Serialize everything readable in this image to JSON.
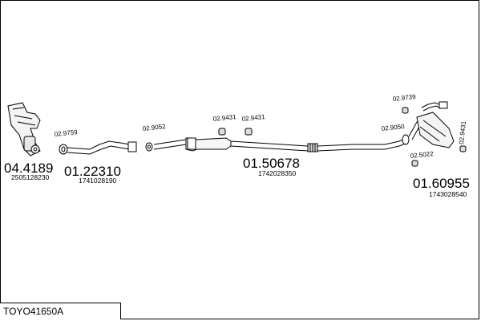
{
  "diagram": {
    "code": "TOYO41650A",
    "parts": [
      {
        "id": "catalyst",
        "number": "04.4189",
        "ref": "2505128230"
      },
      {
        "id": "front-pipe",
        "number": "01.22310",
        "ref": "1741028190"
      },
      {
        "id": "middle-silencer",
        "number": "01.50678",
        "ref": "1742028350"
      },
      {
        "id": "rear-silencer",
        "number": "01.60955",
        "ref": "1743028540"
      }
    ],
    "fittings": {
      "f1": "02.9759",
      "f2": "02.9052",
      "f3": "02.9431",
      "f4": "02.9431",
      "f5": "02.9739",
      "f6": "02.9050",
      "f7": "02.5022",
      "f8": "02.9431"
    }
  }
}
